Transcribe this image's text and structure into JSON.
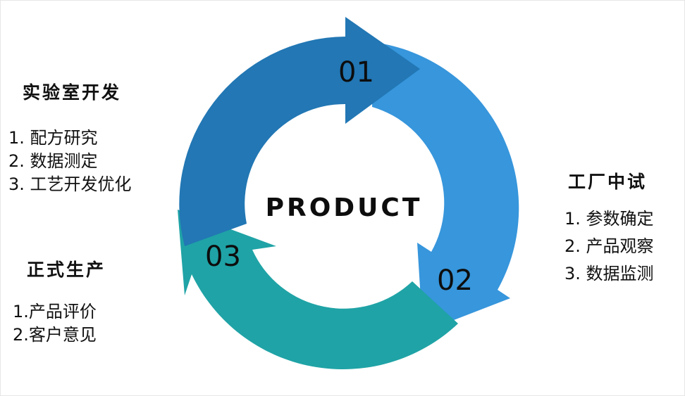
{
  "center_label": "PRODUCT",
  "stages": [
    {
      "number": "01",
      "title": "实验室开发",
      "color": "#2277b4",
      "items": [
        "1. 配方研究",
        "2. 数据测定",
        "3. 工艺开发优化"
      ]
    },
    {
      "number": "02",
      "title": "工厂中试",
      "color": "#3796dc",
      "items": [
        "1. 参数确定",
        "2. 产品观察",
        "3. 数据监测"
      ]
    },
    {
      "number": "03",
      "title": "正式生产",
      "color": "#1fa3a6",
      "items": [
        "1.产品评价",
        "2.客户意见"
      ]
    }
  ]
}
